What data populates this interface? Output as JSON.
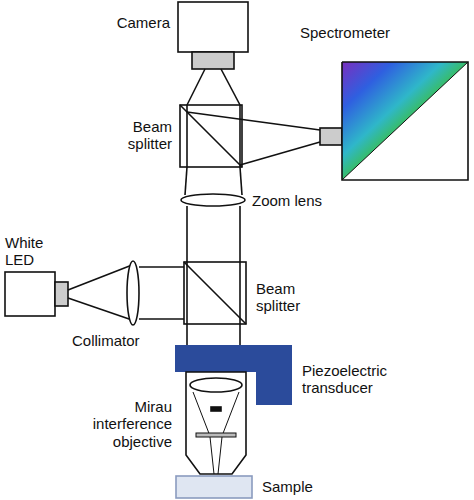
{
  "diagram": {
    "labels": [
      "Camera",
      "Spectrometer",
      "Beam splitter",
      "Zoom lens",
      "White LED",
      "Beam splitter",
      "Collimator",
      "Piezoelectric transducer",
      "Mirau interference objective",
      "Sample"
    ]
  }
}
